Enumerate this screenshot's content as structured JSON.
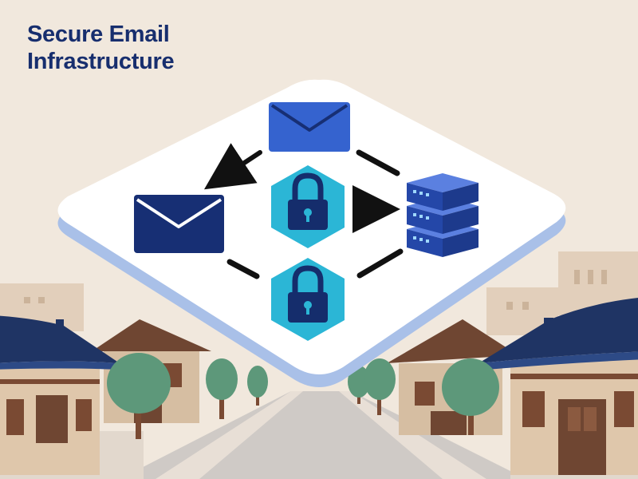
{
  "title": {
    "line1": "Secure Email",
    "line2": "Infrastructure"
  },
  "colors": {
    "background": "#f1e8dd",
    "title": "#172e6e",
    "platform_top": "#ffffff",
    "platform_edge": "#a9c0e8",
    "envelope_dark": "#172f74",
    "envelope_light": "#3563cf",
    "lock_badge": "#2bb6d6",
    "lock": "#152d6c",
    "server": "#2d55c8",
    "roof": "#1f3464",
    "wall": "#d9c2a6",
    "wood": "#7a4a33",
    "tree": "#5d987a",
    "road": "#cfcac6"
  },
  "diagram": {
    "nodes": [
      {
        "id": "sender-envelope",
        "icon": "envelope-icon"
      },
      {
        "id": "recipient-envelope",
        "icon": "envelope-icon"
      },
      {
        "id": "encryption-lock-top",
        "icon": "lock-icon"
      },
      {
        "id": "encryption-lock-bottom",
        "icon": "lock-icon"
      },
      {
        "id": "mail-server",
        "icon": "server-stack-icon"
      }
    ],
    "edges": [
      {
        "from": "sender-envelope",
        "to": "recipient-envelope",
        "style": "arrow"
      },
      {
        "from": "encryption-lock-top",
        "to": "mail-server",
        "style": "arrow"
      },
      {
        "from": "sender-envelope",
        "to": "mail-server",
        "style": "dash"
      },
      {
        "from": "recipient-envelope",
        "to": "encryption-lock-bottom",
        "style": "dash"
      },
      {
        "from": "encryption-lock-bottom",
        "to": "mail-server",
        "style": "dash"
      }
    ]
  },
  "background_scene": "traditional-village-street"
}
